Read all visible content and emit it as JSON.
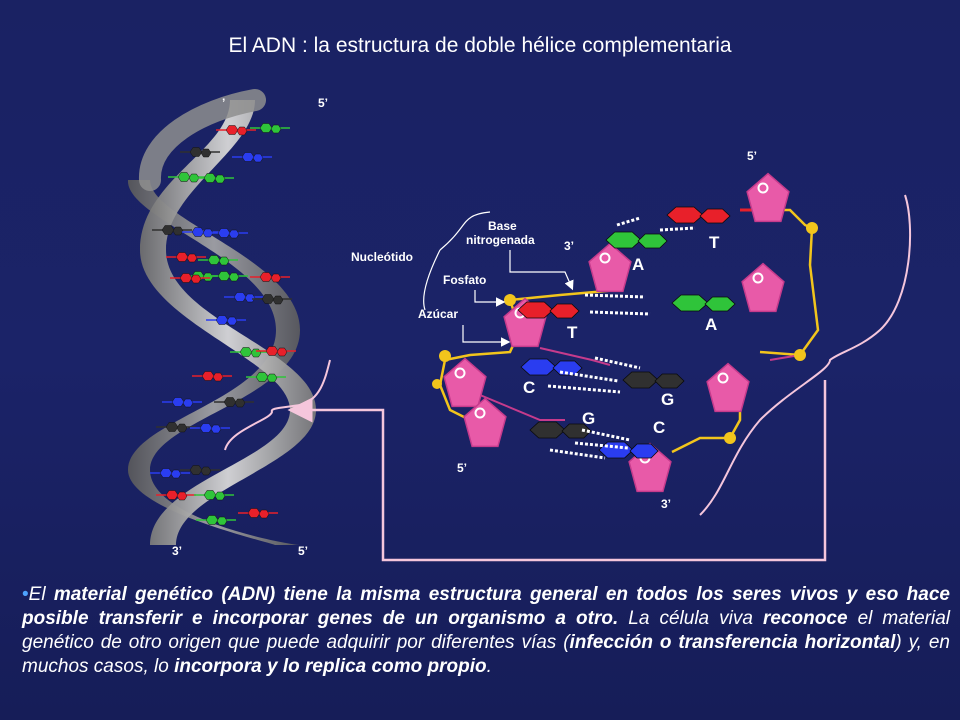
{
  "title": "El ADN : la estructura de doble hélice complementaria",
  "helix": {
    "top_left": "’",
    "top_right": "5’",
    "bottom_left": "3’",
    "bottom_right": "5’"
  },
  "detail": {
    "labels": {
      "nucleotide": "Nucleótido",
      "base": "Base",
      "base2": "nitrogenada",
      "phosphate": "Fosfato",
      "sugar": "Azúcar"
    },
    "ends": {
      "top_right": "5’",
      "left_top": "3’",
      "left_bottom": "5’",
      "bottom": "3’"
    },
    "bases": {
      "t1": "T",
      "a1": "A",
      "a2": "A",
      "t2": "T",
      "c1": "C",
      "g1": "G",
      "g2": "G",
      "c2": "C"
    }
  },
  "colors": {
    "background": "#1a2263",
    "adenine": "#2fc43a",
    "thymine": "#e8202a",
    "cytosine": "#2a3df0",
    "guanine": "#303030",
    "sugar": "#e85aa8",
    "phosphate": "#f2c51c",
    "arrow": "#f5c6dc"
  },
  "caption": {
    "bullet": "•",
    "p1": "El ",
    "b1": "material genético (ADN) tiene la misma estructura general en todos los seres vivos y eso  hace posible transferir e incorporar genes de un organismo a otro.",
    "p2": " La célula viva ",
    "b2": "reconoce",
    "p3": " el material genético de otro origen que puede adquirir por diferentes vías (",
    "b3": "infección o transferencia horizontal",
    "p4": ") y, en muchos casos, lo ",
    "b4": "incorpora y lo replica como propio",
    "p5": "."
  }
}
